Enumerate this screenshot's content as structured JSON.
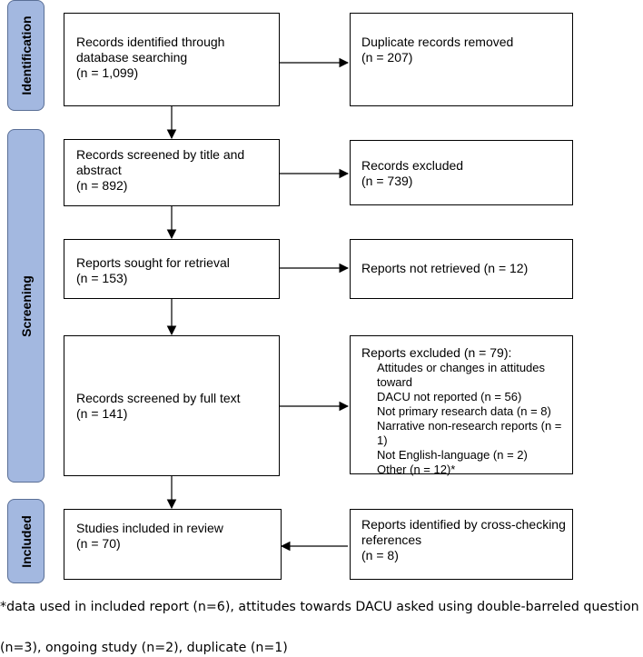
{
  "phases": {
    "identification": "Identification",
    "screening": "Screening",
    "included": "Included"
  },
  "boxes": {
    "identified": {
      "text": "Records identified through\ndatabase searching",
      "count": "(n = 1,099)"
    },
    "duplicates": {
      "text": "Duplicate records removed",
      "count": "(n = 207)"
    },
    "screened_title": {
      "text": "Records screened by title and\nabstract",
      "count": "(n = 892)"
    },
    "excluded": {
      "text": "Records excluded",
      "count": "(n = 739)"
    },
    "sought": {
      "text": "Reports sought for retrieval",
      "count": "(n = 153)"
    },
    "not_retrieved": {
      "text": "Reports not retrieved (n = 12)"
    },
    "full_text": {
      "text": "Records screened by full text",
      "count": "(n = 141)"
    },
    "reports_excluded": {
      "title": "Reports excluded (n = 79):",
      "items": [
        "Attitudes or changes in attitudes toward\nDACU not reported (n = 56)",
        "Not primary research data (n = 8)",
        "Narrative non-research reports (n = 1)",
        "Not English-language (n = 2)",
        "Other (n = 12)*"
      ]
    },
    "included": {
      "text": "Studies included in review",
      "count": "(n = 70)"
    },
    "cross_check": {
      "text": "Reports identified by cross-checking\nreferences",
      "count": "(n = 8)"
    }
  },
  "footnote": {
    "line1": "*data used in included report (n=6), attitudes towards DACU asked using double-barreled question",
    "line2": "(n=3), ongoing study (n=2), duplicate (n=1)"
  }
}
